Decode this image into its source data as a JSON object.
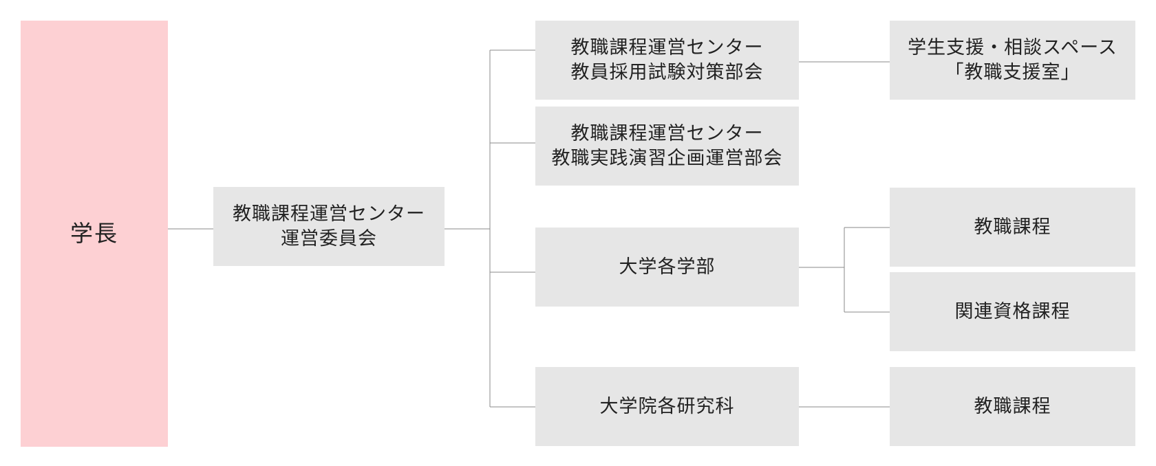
{
  "president": {
    "label": "学長"
  },
  "committee": {
    "line1": "教職課程運営センター",
    "line2": "運営委員会"
  },
  "subcommittee_exam": {
    "line1": "教職課程運営センター",
    "line2": "教員採用試験対策部会"
  },
  "subcommittee_practice": {
    "line1": "教職課程運営センター",
    "line2": "教職実践演習企画運営部会"
  },
  "faculties": {
    "label": "大学各学部"
  },
  "graduate_schools": {
    "label": "大学院各研究科"
  },
  "support_space": {
    "line1": "学生支援・相談スペース",
    "line2": "「教職支援室」"
  },
  "faculty_teacher_course": {
    "label": "教職課程"
  },
  "related_qualification_course": {
    "label": "関連資格課程"
  },
  "graduate_teacher_course": {
    "label": "教職課程"
  },
  "colors": {
    "president_fill": "#fdd0d3",
    "box_fill": "#e6e6e6",
    "connector": "#8a8a8a"
  }
}
